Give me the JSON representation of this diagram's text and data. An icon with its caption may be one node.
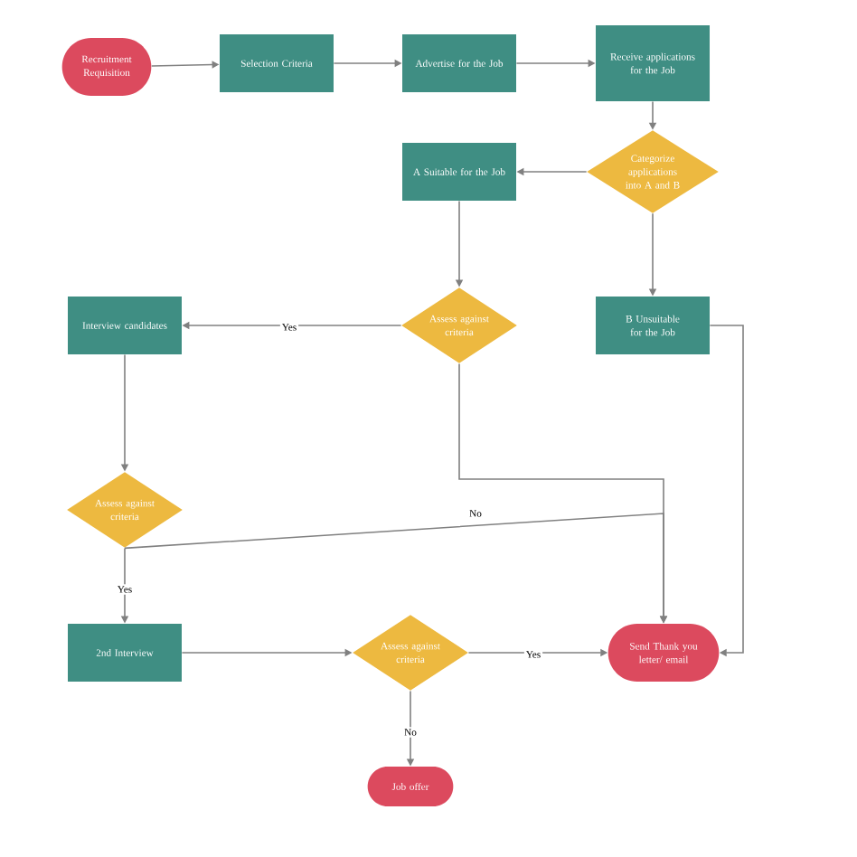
{
  "diagram": {
    "nodes": [
      {
        "text": [
          "Recruitment Requisition"
        ]
      },
      {
        "text": [
          "Selection Criteria"
        ]
      },
      {
        "text": [
          "Advertise for the Job"
        ]
      },
      {
        "text": [
          "Receive applications for the Job"
        ]
      },
      {
        "text": [
          "Categorize applications into A and B"
        ]
      },
      {
        "text": [
          "A Suitable for the Job"
        ]
      },
      {
        "text": [
          "Assess against criteria"
        ]
      },
      {
        "text": [
          "Interview candidates"
        ]
      },
      {
        "text": [
          "B Unsuitable for the Job"
        ]
      },
      {
        "text": [
          "Assess against criteria"
        ]
      },
      {
        "text": [
          "2nd Interview"
        ]
      },
      {
        "text": [
          "Assess against criteria"
        ]
      },
      {
        "text": [
          "Send Thank you letter/ email"
        ]
      },
      {
        "text": [
          "Job offer"
        ]
      }
    ],
    "edges": [
      {
        "from": 0,
        "to": 1,
        "arrow": "to"
      },
      {
        "from": 1,
        "to": 2,
        "arrow": "to"
      },
      {
        "from": 2,
        "to": 3,
        "arrow": "to"
      },
      {
        "from": 3,
        "to": 4,
        "arrow": "to"
      },
      {
        "from": 4,
        "to": 5,
        "arrow": "to"
      },
      {
        "from": 4,
        "to": 8,
        "arrow": "to"
      },
      {
        "from": 5,
        "to": 6,
        "arrow": "to"
      },
      {
        "from": 6,
        "to": 7,
        "arrow": "to",
        "label": "Yes"
      },
      {
        "from": 6,
        "to": 12,
        "arrow": "to"
      },
      {
        "from": 7,
        "to": 9,
        "arrow": "to"
      },
      {
        "from": 9,
        "to": 10,
        "arrow": "to",
        "label": "Yes"
      },
      {
        "from": 9,
        "to": 12,
        "arrow": "to",
        "label": "No"
      },
      {
        "from": 10,
        "to": 11,
        "arrow": "to"
      },
      {
        "from": 11,
        "to": 12,
        "arrow": "to",
        "label": "Yes"
      },
      {
        "from": 11,
        "to": 13,
        "arrow": "to",
        "label": "No"
      },
      {
        "from": 8,
        "to": 12,
        "arrow": "to"
      }
    ]
  }
}
